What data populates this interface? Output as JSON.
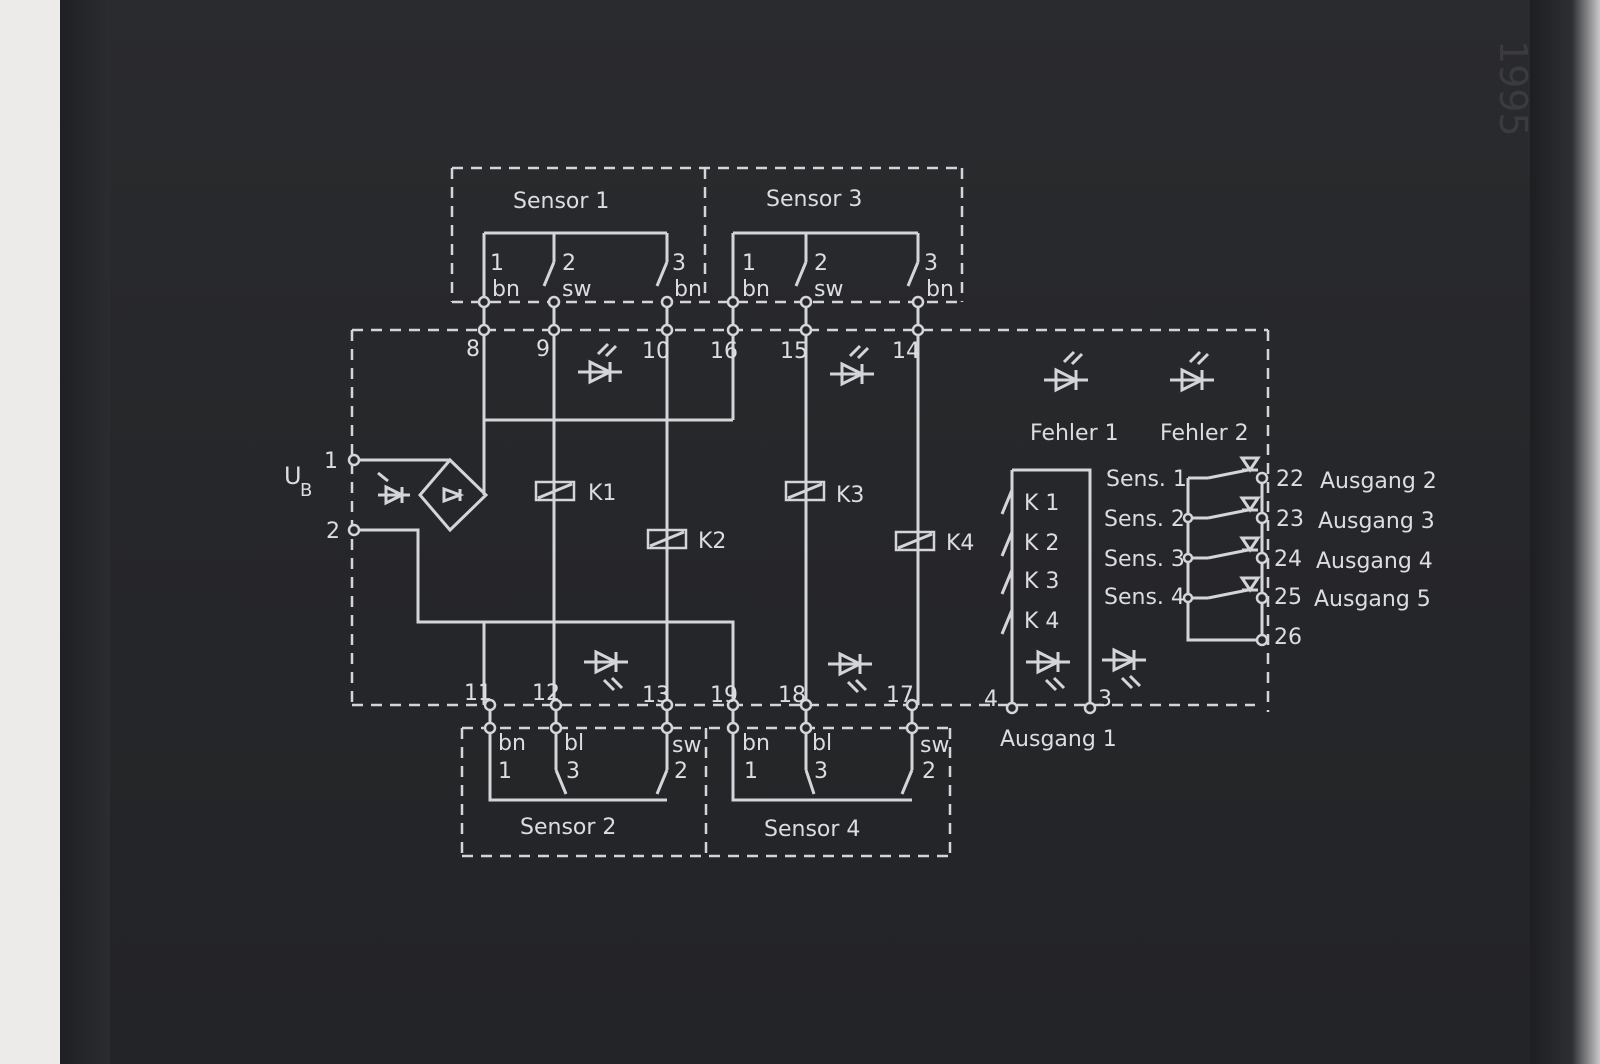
{
  "supply": {
    "label": "U",
    "subscript": "B",
    "pin_pos": "1",
    "pin_neg": "2"
  },
  "sensors_top": [
    {
      "title": "Sensor 1",
      "pins": [
        "1",
        "2",
        "3"
      ],
      "wires": [
        "bn",
        "sw",
        "bn"
      ],
      "terminals": [
        "8",
        "9",
        "10"
      ]
    },
    {
      "title": "Sensor 3",
      "pins": [
        "1",
        "2",
        "3"
      ],
      "wires": [
        "bn",
        "sw",
        "bn"
      ],
      "terminals": [
        "16",
        "15",
        "14"
      ]
    }
  ],
  "sensors_bottom": [
    {
      "title": "Sensor 2",
      "pins": [
        "1",
        "3",
        "2"
      ],
      "wires": [
        "bn",
        "bl",
        "sw"
      ],
      "terminals": [
        "11",
        "12",
        "13"
      ]
    },
    {
      "title": "Sensor 4",
      "pins": [
        "1",
        "3",
        "2"
      ],
      "wires": [
        "bn",
        "bl",
        "sw"
      ],
      "terminals": [
        "19",
        "18",
        "17"
      ]
    }
  ],
  "relays": [
    "K1",
    "K2",
    "K3",
    "K4"
  ],
  "indicators": [
    "Fehler 1",
    "Fehler 2"
  ],
  "output1": {
    "label": "Ausgang 1",
    "terminals": [
      "4",
      "3"
    ],
    "contacts": [
      "K 1",
      "K 2",
      "K 3",
      "K 4"
    ]
  },
  "outputs": [
    {
      "sensor": "Sens. 1",
      "terminal": "22",
      "label": "Ausgang 2"
    },
    {
      "sensor": "Sens. 2",
      "terminal": "23",
      "label": "Ausgang 3"
    },
    {
      "sensor": "Sens. 3",
      "terminal": "24",
      "label": "Ausgang 4"
    },
    {
      "sensor": "Sens. 4",
      "terminal": "25",
      "label": "Ausgang 5"
    }
  ],
  "common_terminal": "26",
  "embossed_year": "1995"
}
